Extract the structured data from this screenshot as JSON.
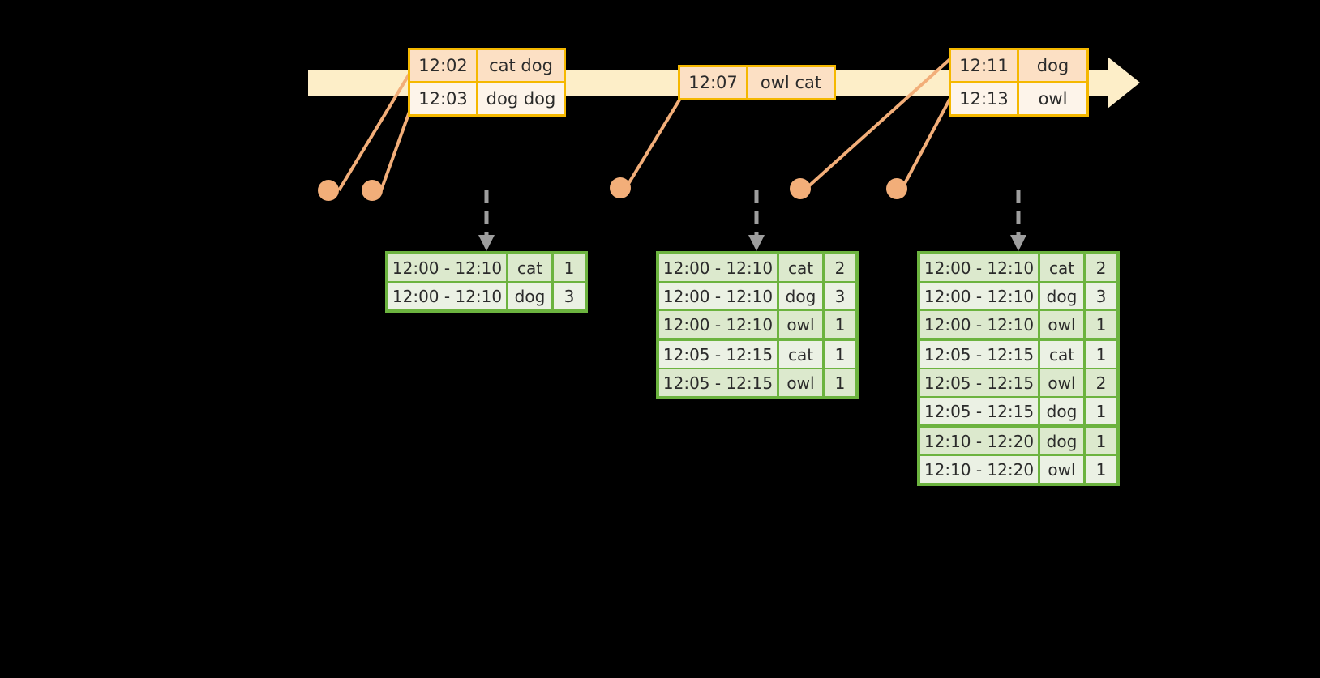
{
  "diagram": {
    "title": "sliding-window-word-count-timeline",
    "colors": {
      "timeline_fill": "#fdeec8",
      "event_border": "#f5b800",
      "event_fill_dark": "#fce0c4",
      "event_fill_light": "#fdf4ea",
      "connector": "#f2ae79",
      "table_border": "#6cb33f",
      "table_fill_dark": "#dce9cd",
      "table_fill_light": "#ebf1e4",
      "arrow_gray": "#9e9e9e",
      "background": "#000000"
    }
  },
  "timeline": {
    "name": "event-stream-timeline",
    "events": [
      {
        "name": "event-group-1",
        "rows": [
          {
            "time": "12:02",
            "words": "cat dog"
          },
          {
            "time": "12:03",
            "words": "dog dog"
          }
        ]
      },
      {
        "name": "event-group-2",
        "rows": [
          {
            "time": "12:07",
            "words": "owl cat"
          }
        ]
      },
      {
        "name": "event-group-3",
        "rows": [
          {
            "time": "12:11",
            "words": "dog"
          },
          {
            "time": "12:13",
            "words": "owl"
          }
        ]
      }
    ]
  },
  "results": [
    {
      "name": "result-table-1",
      "groups": [
        {
          "rows": [
            {
              "window": "12:00 - 12:10",
              "word": "cat",
              "count": "1"
            },
            {
              "window": "12:00 - 12:10",
              "word": "dog",
              "count": "3"
            }
          ]
        }
      ]
    },
    {
      "name": "result-table-2",
      "groups": [
        {
          "rows": [
            {
              "window": "12:00 - 12:10",
              "word": "cat",
              "count": "2"
            },
            {
              "window": "12:00 - 12:10",
              "word": "dog",
              "count": "3"
            },
            {
              "window": "12:00 - 12:10",
              "word": "owl",
              "count": "1"
            }
          ]
        },
        {
          "rows": [
            {
              "window": "12:05 - 12:15",
              "word": "cat",
              "count": "1"
            },
            {
              "window": "12:05 - 12:15",
              "word": "owl",
              "count": "1"
            }
          ]
        }
      ]
    },
    {
      "name": "result-table-3",
      "groups": [
        {
          "rows": [
            {
              "window": "12:00 - 12:10",
              "word": "cat",
              "count": "2"
            },
            {
              "window": "12:00 - 12:10",
              "word": "dog",
              "count": "3"
            },
            {
              "window": "12:00 - 12:10",
              "word": "owl",
              "count": "1"
            }
          ]
        },
        {
          "rows": [
            {
              "window": "12:05 - 12:15",
              "word": "cat",
              "count": "1"
            },
            {
              "window": "12:05 - 12:15",
              "word": "owl",
              "count": "2"
            },
            {
              "window": "12:05 - 12:15",
              "word": "dog",
              "count": "1"
            }
          ]
        },
        {
          "rows": [
            {
              "window": "12:10 - 12:20",
              "word": "dog",
              "count": "1"
            },
            {
              "window": "12:10 - 12:20",
              "word": "owl",
              "count": "1"
            }
          ]
        }
      ]
    }
  ]
}
